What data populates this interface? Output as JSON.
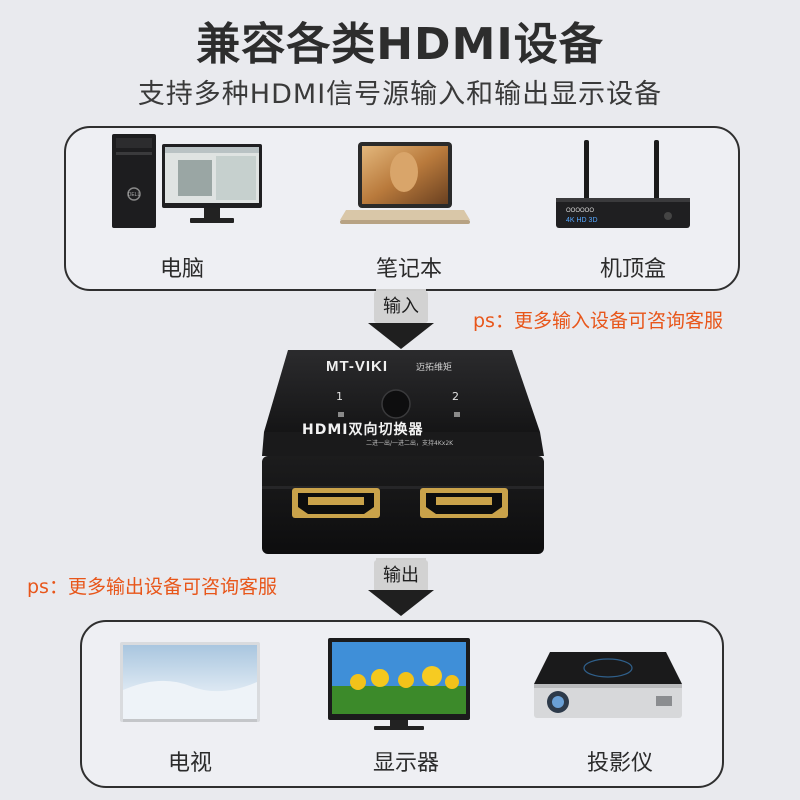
{
  "header": {
    "title": "兼容各类HDMI设备",
    "subtitle": "支持多种HDMI信号源输入和输出显示设备"
  },
  "inputs": [
    {
      "label": "电脑",
      "icon": "desktop-computer-icon"
    },
    {
      "label": "笔记本",
      "icon": "laptop-icon"
    },
    {
      "label": "机顶盒",
      "icon": "set-top-box-icon"
    }
  ],
  "outputs": [
    {
      "label": "电视",
      "icon": "tv-icon"
    },
    {
      "label": "显示器",
      "icon": "monitor-icon"
    },
    {
      "label": "投影仪",
      "icon": "projector-icon"
    }
  ],
  "arrows": {
    "input": "输入",
    "output": "输出"
  },
  "notes": {
    "input": "ps：更多输入设备可咨询客服",
    "output": "ps：更多输出设备可咨询客服"
  },
  "device": {
    "brand": "MT-VIKI",
    "brand_cn": "迈拓维矩",
    "name": "HDMI双向切换器",
    "tagline": "二进一出/一进二出，支持4Kx2K",
    "port1": "1",
    "port2": "2"
  },
  "colors": {
    "background": "#e9eaee",
    "note": "#e8561a",
    "panel_border": "#2f2f2f",
    "device_body": "#1c1c1c"
  }
}
